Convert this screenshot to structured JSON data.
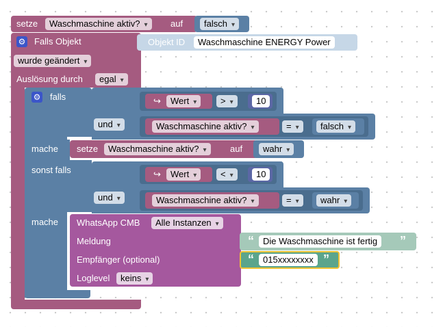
{
  "top_set": {
    "setze": "setze",
    "var": "Waschmaschine aktiv?",
    "auf": "auf",
    "value": "falsch"
  },
  "trigger": {
    "title": "Falls Objekt",
    "objekt_id_label": "Objekt ID",
    "objekt_id_value": "Waschmaschine ENERGY  Power",
    "condition": "wurde geändert",
    "ausloesung_label": "Auslösung durch",
    "ausloesung_value": "egal"
  },
  "if_block": {
    "falls": "falls",
    "mache": "mache",
    "sonst_falls": "sonst falls",
    "mache2": "mache",
    "cond1": {
      "wert": "Wert",
      "op": ">",
      "num": "10",
      "und": "und",
      "var": "Waschmaschine aktiv?",
      "eq": "=",
      "bool": "falsch"
    },
    "do1": {
      "setze": "setze",
      "var": "Waschmaschine aktiv?",
      "auf": "auf",
      "value": "wahr"
    },
    "cond2": {
      "wert": "Wert",
      "op": "<",
      "num": "10",
      "und": "und",
      "var": "Waschmaschine aktiv?",
      "eq": "=",
      "bool": "wahr"
    }
  },
  "whatsapp": {
    "title": "WhatsApp CMB",
    "instances": "Alle Instanzen",
    "meldung_label": "Meldung",
    "meldung_text": "Die Waschmaschine ist fertig",
    "empfaenger_label": "Empfänger (optional)",
    "empfaenger_text": "015xxxxxxxx",
    "loglevel_label": "Loglevel",
    "loglevel_value": "keins"
  },
  "icons": {
    "gear": "⚙",
    "arrow": "↪",
    "quote_open": "“",
    "quote_close": "”"
  },
  "colors": {
    "purple": "#a55b80",
    "blue": "#5b80a5",
    "magenta": "#a5589e",
    "teal": "#5ba58c",
    "highlight": "#f1c232"
  }
}
